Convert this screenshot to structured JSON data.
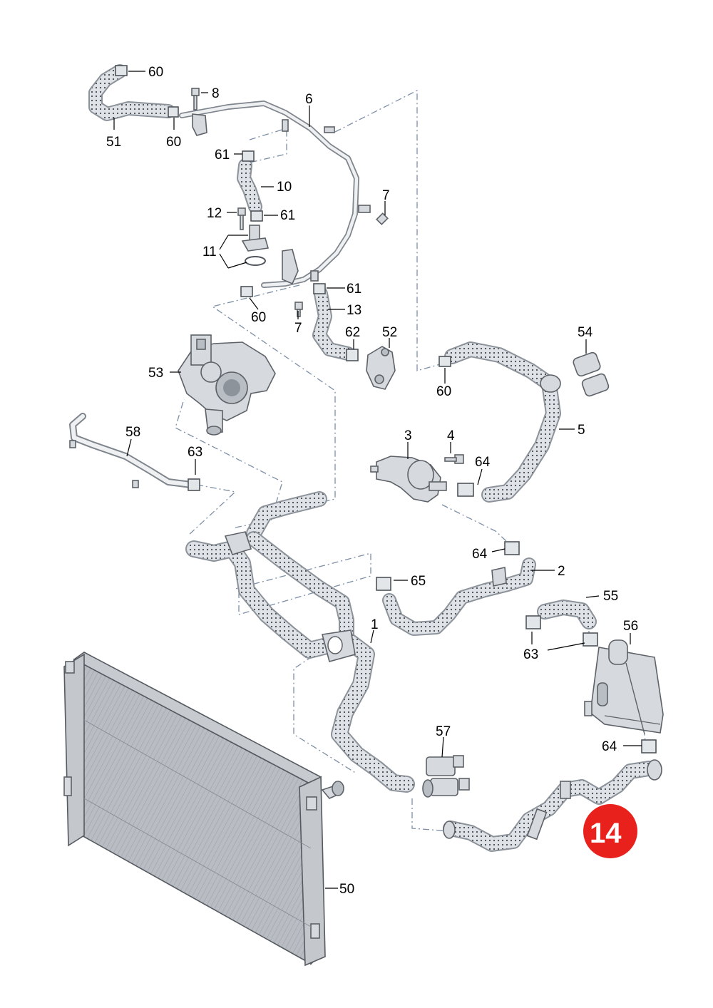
{
  "labels": {
    "l1": "1",
    "l2": "2",
    "l3": "3",
    "l4": "4",
    "l5": "5",
    "l6": "6",
    "l7a": "7",
    "l7b": "7",
    "l8": "8",
    "l10": "10",
    "l11": "11",
    "l12": "12",
    "l13": "13",
    "l50": "50",
    "l51": "51",
    "l52": "52",
    "l53": "53",
    "l54": "54",
    "l55": "55",
    "l56": "56",
    "l57": "57",
    "l58": "58",
    "l60a": "60",
    "l60b": "60",
    "l60c": "60",
    "l60d": "60",
    "l61a": "61",
    "l61b": "61",
    "l61c": "61",
    "l62": "62",
    "l63a": "63",
    "l63b": "63",
    "l64a": "64",
    "l64b": "64",
    "l64c": "64",
    "l65": "65"
  },
  "highlight": {
    "text": "14",
    "color": "#e8211c"
  },
  "colors": {
    "hose": "#8d939b",
    "part": "#d6d9dd",
    "radiator": "#b8bcc2",
    "dash": "#7d8fa6"
  }
}
